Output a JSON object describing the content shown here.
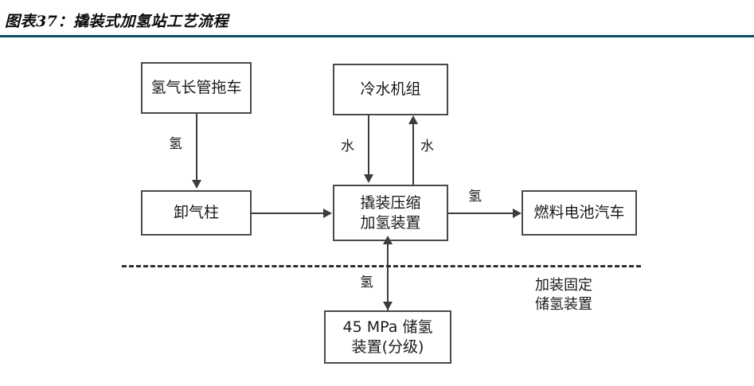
{
  "title": "图表37：撬装式加氢站工艺流程",
  "accent_color": "#0d4d66",
  "diagram": {
    "type": "flow-diagram",
    "nodes": [
      {
        "id": "tube-trailer",
        "label": "氢气长管拖车"
      },
      {
        "id": "chiller",
        "label": "冷水机组"
      },
      {
        "id": "unloading-column",
        "label": "卸气柱"
      },
      {
        "id": "skid-unit",
        "label": "撬装压缩\n加氢装置"
      },
      {
        "id": "fuel-cell-vehicle",
        "label": "燃料电池汽车"
      },
      {
        "id": "hydrogen-storage",
        "label": "45 MPa 储氢\n装置(分级)"
      }
    ],
    "edges": [
      {
        "from": "tube-trailer",
        "to": "unloading-column",
        "label": "氢",
        "direction": "down"
      },
      {
        "from": "chiller",
        "to": "skid-unit",
        "label": "水",
        "direction": "down"
      },
      {
        "from": "skid-unit",
        "to": "chiller",
        "label": "水",
        "direction": "up"
      },
      {
        "from": "unloading-column",
        "to": "skid-unit",
        "label": "",
        "direction": "right"
      },
      {
        "from": "skid-unit",
        "to": "fuel-cell-vehicle",
        "label": "氢",
        "direction": "right"
      },
      {
        "from": "skid-unit",
        "to": "hydrogen-storage",
        "label": "氢",
        "direction": "bidirectional-vertical"
      }
    ],
    "divider": {
      "style": "dashed"
    },
    "annotation": "加装固定\n储氢装置"
  }
}
